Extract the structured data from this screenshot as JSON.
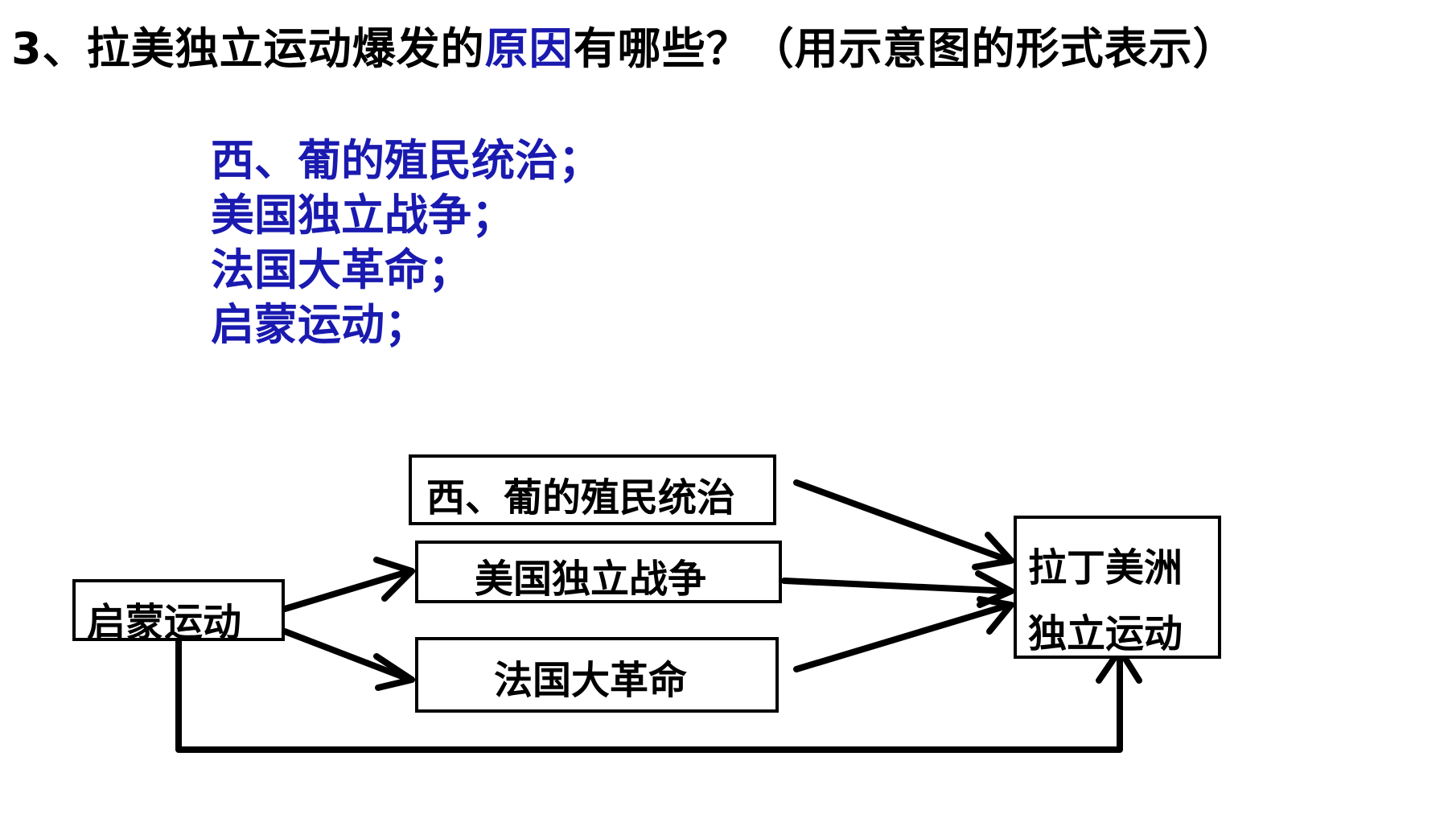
{
  "question": {
    "prefix": "3、拉美独立运动爆发的",
    "highlight": "原因",
    "suffix": "有哪些？（用示意图的形式表示）"
  },
  "answers": [
    "西、葡的殖民统治；",
    "美国独立战争；",
    "法国大革命；",
    "启蒙运动；"
  ],
  "diagram": {
    "colonial": "西、葡的殖民统治",
    "us_war": "美国独立战争",
    "france": "法国大革命",
    "enlightenment": "启蒙运动",
    "latin_line1": "拉丁美洲",
    "latin_line2": "独立运动"
  },
  "colors": {
    "highlight": "#1a1ab0",
    "line": "#000000"
  }
}
